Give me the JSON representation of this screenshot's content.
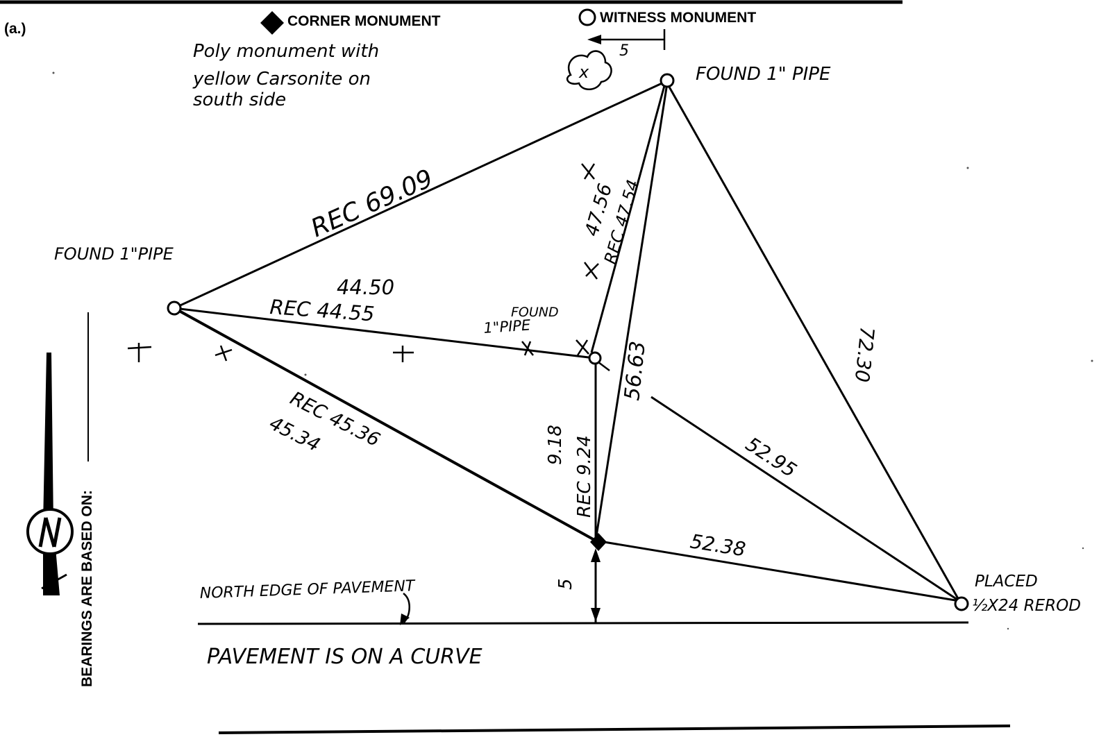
{
  "header": {
    "figure_label": "(a.)",
    "legend_corner": "CORNER MONUMENT",
    "legend_witness": "WITNESS MONUMENT",
    "witness_offset": "5"
  },
  "notes": {
    "monument_line1": "Poly monument with",
    "monument_line2": "yellow Carsonite on",
    "monument_line3": "south side",
    "pavement_curve": "PAVEMENT IS ON A CURVE",
    "north_edge": "NORTH EDGE OF PAVEMENT"
  },
  "points": {
    "top": "FOUND 1\" PIPE",
    "left": "FOUND 1\"PIPE",
    "middle_line1": "FOUND",
    "middle_line2": "1\"PIPE",
    "right_line1": "PLACED",
    "right_line2": "½X24 REROD"
  },
  "dimensions": {
    "left_top_rec": "REC 69.09",
    "left_mid_meas": "44.50",
    "left_mid_rec": "REC 44.55",
    "left_corner_rec": "REC 45.36",
    "left_corner_meas": "45.34",
    "mid_top_meas": "47.56",
    "mid_top_rec": "REC 47.54",
    "corner_top": "56.63",
    "top_right": "72.30",
    "mid_right": "52.95",
    "corner_right": "52.38",
    "mid_corner_meas": "9.18",
    "mid_corner_rec": "REC 9.24",
    "corner_pavement": "5"
  },
  "sidebar": {
    "bearings": "BEARINGS ARE BASED ON:"
  }
}
